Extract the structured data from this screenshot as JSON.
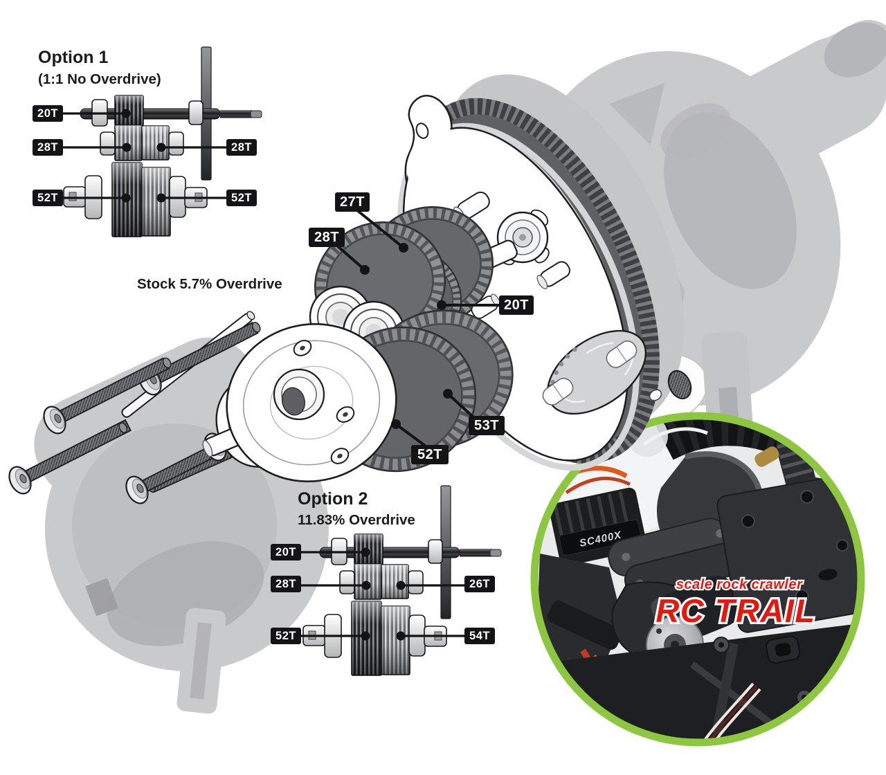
{
  "colors": {
    "accent_green": "#8dc63f",
    "label_bg": "#141416",
    "brand_red": "#e8170e",
    "line_art": "#1d1e20"
  },
  "option1": {
    "title": "Option 1",
    "subtitle": "(1:1 No Overdrive)",
    "gear_labels": [
      "20T",
      "28T",
      "28T",
      "52T",
      "52T"
    ]
  },
  "stock": {
    "caption": "Stock 5.7% Overdrive",
    "gear_labels": [
      "27T",
      "28T",
      "20T",
      "53T",
      "52T"
    ]
  },
  "option2": {
    "title": "Option 2",
    "subtitle": "11.83% Overdrive",
    "gear_labels": [
      "20T",
      "28T",
      "26T",
      "52T",
      "54T"
    ]
  },
  "inset": {
    "tagline": "scale rock crawler",
    "brand": "RC TRAIL",
    "esc_label": "SC400X"
  }
}
